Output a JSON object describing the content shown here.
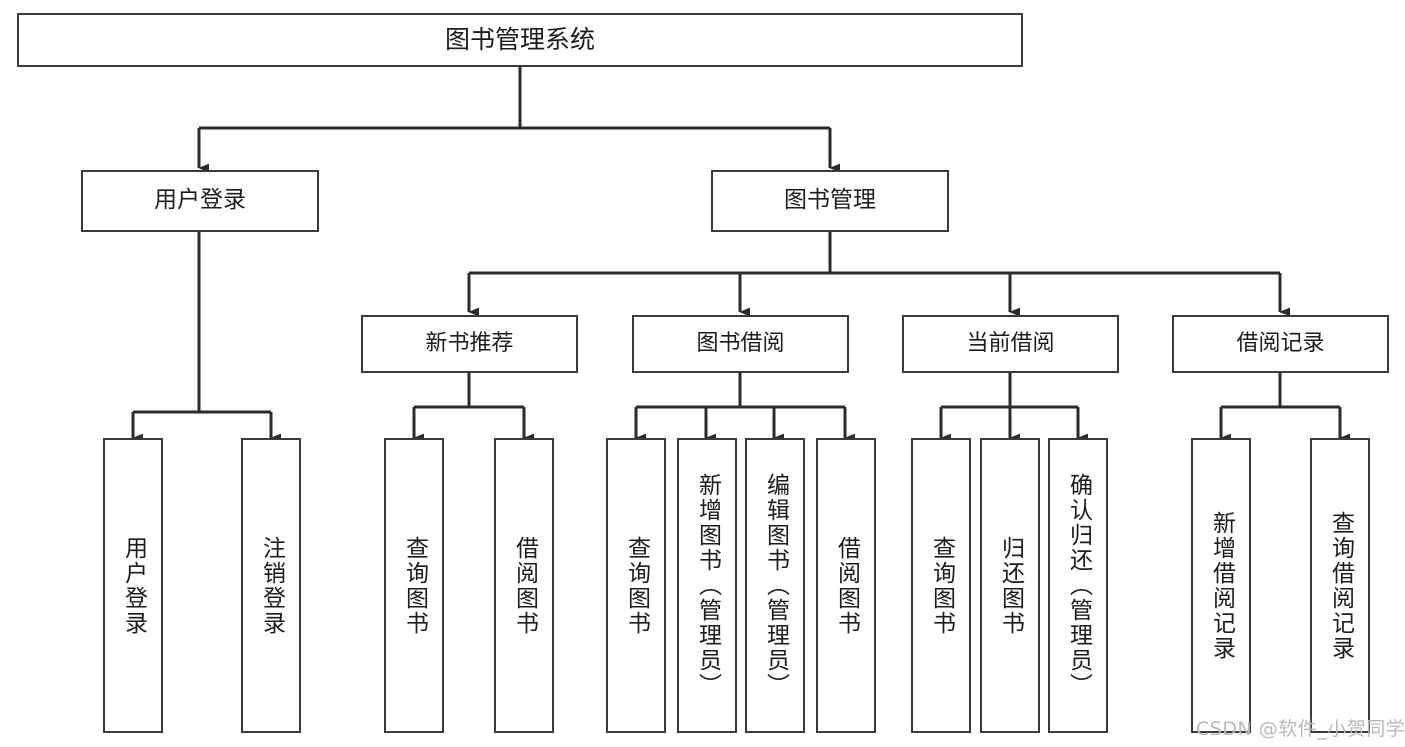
{
  "diagram": {
    "type": "tree-hierarchy-chart",
    "title": "图书管理系统",
    "colors": {
      "box_border": "#3a3a3a",
      "box_fill": "#ffffff",
      "edge": "#2b2b2b",
      "text": "#1c1c1c",
      "watermark": "#b9b9b9",
      "background": "#ffffff"
    },
    "root": {
      "label": "图书管理系统"
    },
    "level2": [
      {
        "label": "用户登录"
      },
      {
        "label": "图书管理"
      }
    ],
    "level3": [
      {
        "label": "新书推荐"
      },
      {
        "label": "图书借阅"
      },
      {
        "label": "当前借阅"
      },
      {
        "label": "借阅记录"
      }
    ],
    "leaves": {
      "user_login": [
        {
          "label": "用户登录"
        },
        {
          "label": "注销登录"
        }
      ],
      "new_book_recommend": [
        {
          "label": "查询图书"
        },
        {
          "label": "借阅图书"
        }
      ],
      "book_borrow": [
        {
          "label": "查询图书"
        },
        {
          "label": "新增图书（管理员）"
        },
        {
          "label": "编辑图书（管理员）"
        },
        {
          "label": "借阅图书"
        }
      ],
      "current_borrow": [
        {
          "label": "查询图书"
        },
        {
          "label": "归还图书"
        },
        {
          "label": "确认归还（管理员）"
        }
      ],
      "borrow_record": [
        {
          "label": "新增借阅记录"
        },
        {
          "label": "查询借阅记录"
        }
      ]
    },
    "watermark": "CSDN @软件_小贺同学"
  }
}
